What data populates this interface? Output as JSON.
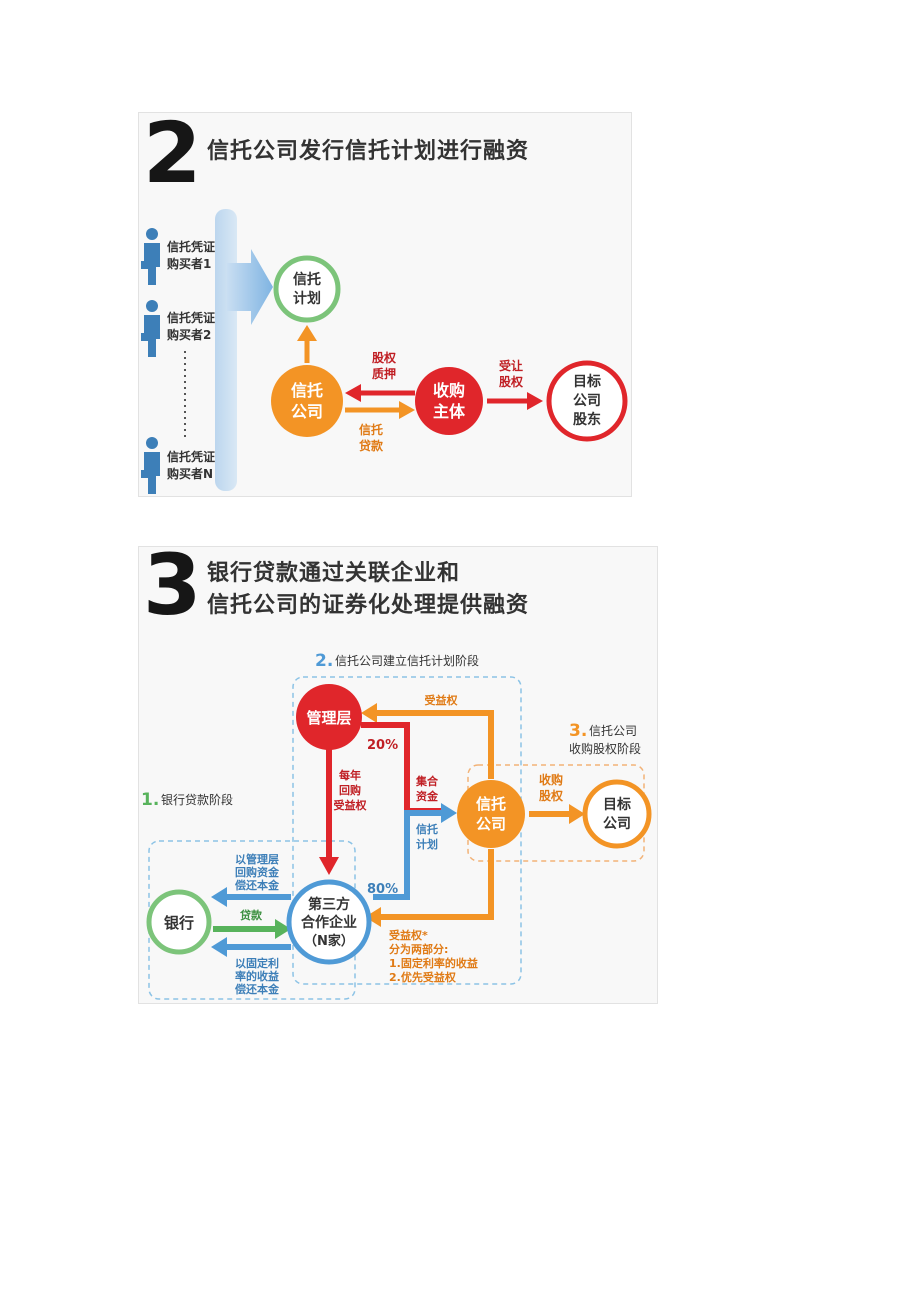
{
  "panel2": {
    "number": "2",
    "title": "信托公司发行信托计划进行融资",
    "buyer1_line1": "信托凭证",
    "buyer1_line2": "购买者1",
    "buyer2_line1": "信托凭证",
    "buyer2_line2": "购买者2",
    "buyern_line1": "信托凭证",
    "buyern_line2": "购买者N",
    "plan_line1": "信托",
    "plan_line2": "计划",
    "trust_line1": "信托",
    "trust_line2": "公司",
    "acquirer_line1": "收购",
    "acquirer_line2": "主体",
    "target_line1": "目标",
    "target_line2": "公司",
    "target_line3": "股东",
    "pledge_line1": "股权",
    "pledge_line2": "质押",
    "loan_line1": "信托",
    "loan_line2": "贷款",
    "transfer_line1": "受让",
    "transfer_line2": "股权",
    "colors": {
      "green": "#7cc47a",
      "orange": "#f39425",
      "red": "#e0262b",
      "blue": "#4f9ad6"
    }
  },
  "panel3": {
    "number": "3",
    "title_line1": "银行贷款通过关联企业和",
    "title_line2": "信托公司的证券化处理提供融资",
    "stage1_num": "1.",
    "stage1_text": "银行贷款阶段",
    "stage2_num": "2.",
    "stage2_text": "信托公司建立信托计划阶段",
    "stage3_num": "3.",
    "stage3_line1": "信托公司",
    "stage3_line2": "收购股权阶段",
    "mgmt": "管理层",
    "trust_line1": "信托",
    "trust_line2": "公司",
    "target_line1": "目标",
    "target_line2": "公司",
    "bank": "银行",
    "third_line1": "第三方",
    "third_line2": "合作企业",
    "third_line3": "（N家）",
    "benefit_top": "受益权",
    "pct20": "20%",
    "pct80": "80%",
    "yearly_line1": "每年",
    "yearly_line2": "回购",
    "yearly_line3": "受益权",
    "pool_line1": "集合",
    "pool_line2": "资金",
    "plan_line1": "信托",
    "plan_line2": "计划",
    "acq_line1": "收购",
    "acq_line2": "股权",
    "repay1_line1": "以管理层",
    "repay1_line2": "回购资金",
    "repay1_line3": "偿还本金",
    "loan": "贷款",
    "repay2_line1": "以固定利",
    "repay2_line2": "率的收益",
    "repay2_line3": "偿还本金",
    "bottom_line1": "受益权*",
    "bottom_line2": "分为两部分:",
    "bottom_line3": "1.固定利率的收益",
    "bottom_line4": "2.优先受益权"
  }
}
